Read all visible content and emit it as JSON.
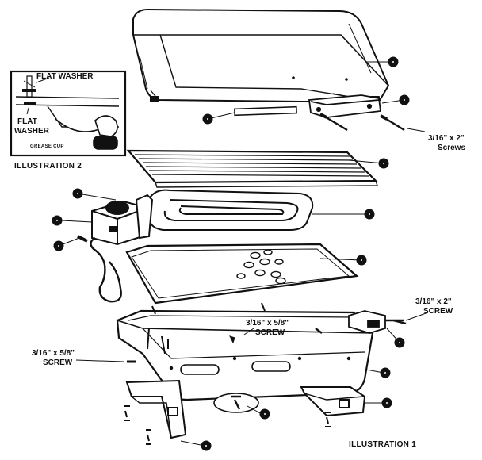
{
  "labels": {
    "screws_2in_side": "3/16\" x 2\"",
    "screws_word": "Screws",
    "flat_washer_top": "FLAT WASHER",
    "flat_washer_left_1": "FLAT",
    "flat_washer_left_2": "WASHER",
    "grease_cup": "GREASE CUP",
    "illustration_2": "ILLUSTRATION 2",
    "screw_58_center_size": "3/16\" x 5/8\"",
    "screw_58_center_word": "SCREW",
    "screw_58_left_size": "3/16\" x 5/8\"",
    "screw_58_left_word": "SCREW",
    "screw_2in_right_size": "3/16\" x 2\"",
    "screw_2in_right_word": "SCREW",
    "illustration_1": "ILLUSTRATION 1"
  },
  "colors": {
    "ink": "#111111",
    "paper": "#ffffff"
  },
  "icons": {
    "callout_marker": "filled-circle-dot",
    "screw": "screw-icon"
  }
}
